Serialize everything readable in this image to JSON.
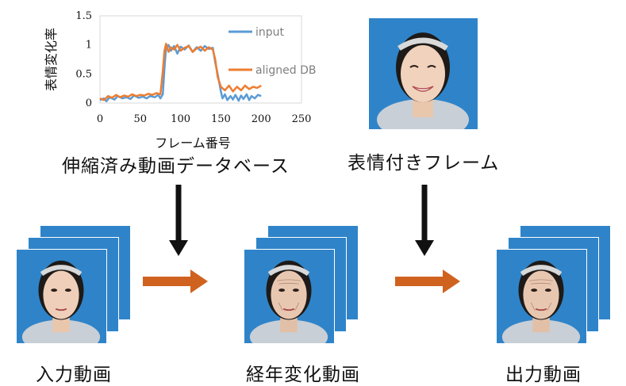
{
  "chart_data": {
    "type": "line",
    "title": "",
    "xlabel": "フレーム番号",
    "ylabel": "表情変化率",
    "xlim": [
      0,
      250
    ],
    "ylim": [
      0,
      1.5
    ],
    "xticks": [
      "0",
      "50",
      "100",
      "150",
      "200",
      "250"
    ],
    "yticks": [
      "0",
      "0.5",
      "1",
      "1.5"
    ],
    "series": [
      {
        "name": "input",
        "color": "#5b9bd5",
        "x": [
          0,
          5,
          8,
          12,
          18,
          22,
          28,
          33,
          38,
          42,
          48,
          53,
          58,
          62,
          68,
          72,
          75,
          78,
          80,
          82,
          85,
          88,
          92,
          96,
          100,
          105,
          110,
          115,
          120,
          125,
          130,
          135,
          140,
          143,
          146,
          150,
          152,
          155,
          158,
          162,
          165,
          168,
          172,
          175,
          178,
          182,
          185,
          188,
          192,
          196,
          200
        ],
        "y": [
          0.05,
          0.08,
          0.03,
          0.1,
          0.06,
          0.12,
          0.08,
          0.1,
          0.07,
          0.13,
          0.09,
          0.11,
          0.08,
          0.12,
          0.1,
          0.14,
          0.08,
          0.15,
          0.6,
          0.95,
          1.0,
          0.9,
          0.98,
          0.85,
          0.97,
          0.92,
          0.99,
          0.88,
          0.96,
          0.9,
          0.98,
          0.93,
          0.95,
          0.7,
          0.5,
          0.2,
          0.08,
          0.15,
          0.05,
          0.12,
          0.06,
          0.14,
          0.04,
          0.13,
          0.07,
          0.15,
          0.05,
          0.12,
          0.08,
          0.14,
          0.12
        ]
      },
      {
        "name": "aligned DB",
        "color": "#ed7d31",
        "x": [
          0,
          5,
          10,
          15,
          20,
          25,
          30,
          35,
          40,
          45,
          50,
          55,
          60,
          65,
          70,
          75,
          78,
          80,
          82,
          85,
          88,
          92,
          96,
          100,
          105,
          110,
          115,
          120,
          125,
          130,
          135,
          140,
          143,
          146,
          150,
          155,
          160,
          165,
          170,
          175,
          180,
          185,
          190,
          195,
          200
        ],
        "y": [
          0.08,
          0.05,
          0.12,
          0.09,
          0.14,
          0.1,
          0.13,
          0.11,
          0.15,
          0.12,
          0.14,
          0.13,
          0.16,
          0.14,
          0.17,
          0.15,
          0.55,
          0.9,
          1.02,
          0.88,
          0.96,
          0.92,
          1.0,
          0.9,
          0.95,
          0.98,
          0.88,
          0.94,
          0.97,
          0.9,
          0.96,
          0.92,
          0.75,
          0.45,
          0.28,
          0.22,
          0.3,
          0.2,
          0.28,
          0.22,
          0.3,
          0.24,
          0.28,
          0.26,
          0.3
        ]
      }
    ]
  },
  "captions": {
    "db": "伸縮済み動画データベース",
    "expression_frame": "表情付きフレーム",
    "input_video": "入力動画",
    "aging_video": "経年変化動画",
    "output_video": "出力動画"
  },
  "colors": {
    "background": "#ffffff",
    "photo_bg": "#2f84c9",
    "arrow_down": "#111111",
    "arrow_right": "#d0621f"
  },
  "icons": {
    "face_icon": "face-photo",
    "down_arrow": "down-arrow-icon",
    "right_arrow": "right-arrow-icon"
  }
}
